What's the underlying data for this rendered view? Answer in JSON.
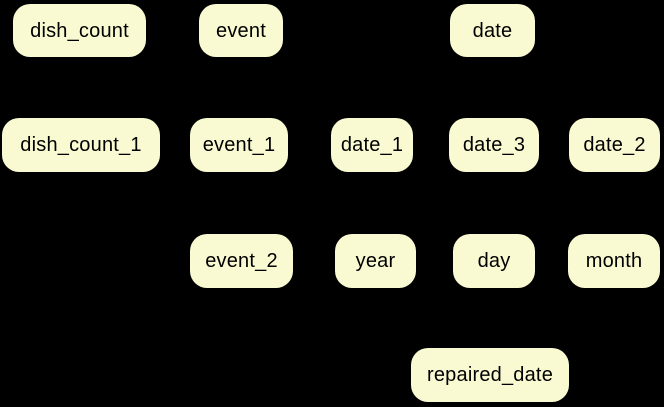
{
  "diagram": {
    "background_color": "#000000",
    "node_fill_color": "#FAFAD2",
    "node_text_color": "#000000",
    "nodes": [
      {
        "label": "dish_count"
      },
      {
        "label": "event"
      },
      {
        "label": "date"
      },
      {
        "label": "dish_count_1"
      },
      {
        "label": "event_1"
      },
      {
        "label": "date_1"
      },
      {
        "label": "date_3"
      },
      {
        "label": "date_2"
      },
      {
        "label": "event_2"
      },
      {
        "label": "year"
      },
      {
        "label": "day"
      },
      {
        "label": "month"
      },
      {
        "label": "repaired_date"
      }
    ]
  }
}
